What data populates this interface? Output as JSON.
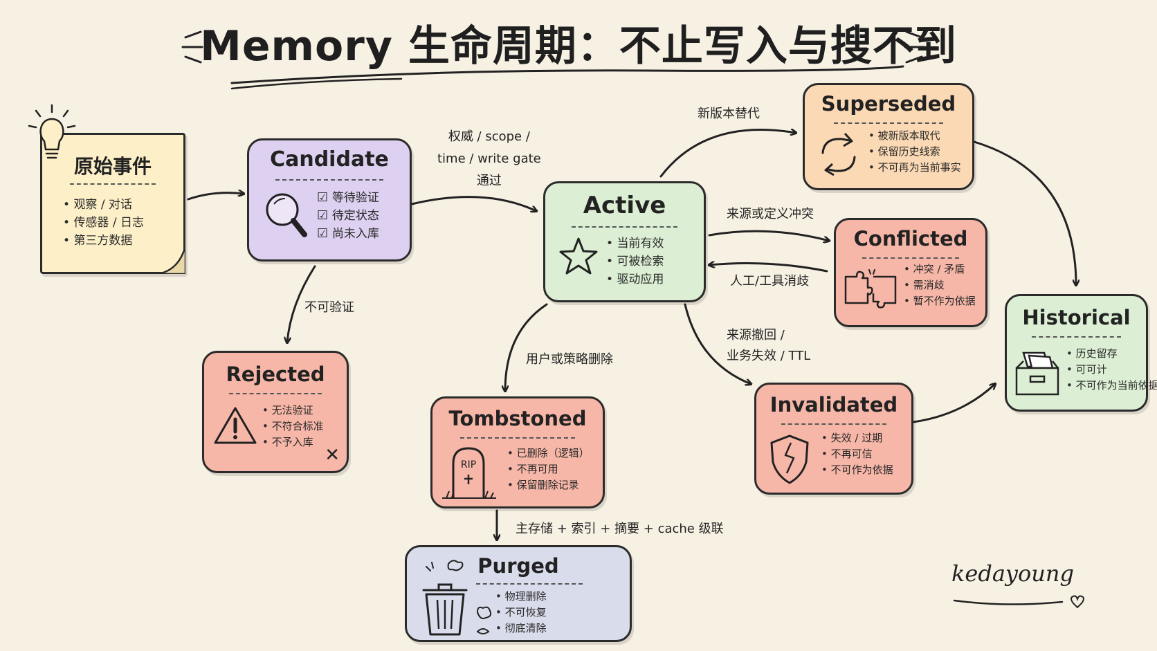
{
  "title": "Memory 生命周期：不止写入与搜不到",
  "signature": "kedayoung",
  "nodes": {
    "source": {
      "title": "原始事件",
      "items": [
        "观察 / 对话",
        "传感器 / 日志",
        "第三方数据"
      ],
      "color": "#fdf0c8",
      "icon": "lightbulb-icon"
    },
    "candidate": {
      "title": "Candidate",
      "items": [
        "等待验证",
        "待定状态",
        "尚未入库"
      ],
      "color": "#ddd0f0",
      "icon": "magnifier-icon"
    },
    "active": {
      "title": "Active",
      "items": [
        "当前有效",
        "可被检索",
        "驱动应用"
      ],
      "color": "#dcefd4",
      "icon": "star-icon"
    },
    "superseded": {
      "title": "Superseded",
      "items": [
        "被新版本取代",
        "保留历史线索",
        "不可再为当前事实"
      ],
      "color": "#fbd9b4",
      "icon": "cycle-arrows-icon"
    },
    "conflicted": {
      "title": "Conflicted",
      "items": [
        "冲突 / 矛盾",
        "需消歧",
        "暂不作为依据"
      ],
      "color": "#f7b7a8",
      "icon": "puzzle-icon"
    },
    "historical": {
      "title": "Historical",
      "items": [
        "历史留存",
        "可可计",
        "不可作为当前依据"
      ],
      "color": "#dcefd4",
      "icon": "archive-box-icon"
    },
    "rejected": {
      "title": "Rejected",
      "items": [
        "无法验证",
        "不符合标准",
        "不予入库"
      ],
      "color": "#f7b7a8",
      "icon": "warning-icon",
      "mark": "✕"
    },
    "tombstoned": {
      "title": "Tombstoned",
      "items": [
        "已删除（逻辑）",
        "不再可用",
        "保留删除记录"
      ],
      "color": "#f7b7a8",
      "icon": "tombstone-icon",
      "icon_text": "RIP"
    },
    "invalidated": {
      "title": "Invalidated",
      "items": [
        "失效 / 过期",
        "不再可信",
        "不可作为依据"
      ],
      "color": "#f7b7a8",
      "icon": "broken-shield-icon"
    },
    "purged": {
      "title": "Purged",
      "items": [
        "物理删除",
        "不可恢复",
        "彻底清除"
      ],
      "color": "#d9dcea",
      "icon": "trash-can-icon"
    }
  },
  "edges": {
    "candidate_to_active": [
      "权威 / scope /",
      "time / write gate",
      "通过"
    ],
    "active_to_superseded": "新版本替代",
    "active_to_conflicted": "来源或定义冲突",
    "conflicted_to_active": "人工/工具消歧",
    "candidate_to_rejected": "不可验证",
    "active_to_tombstoned": "用户或策略删除",
    "active_to_invalidated": [
      "来源撤回 /",
      "业务失效 / TTL"
    ],
    "tombstoned_to_purged": "主存储 + 索引 + 摘要 + cache 级联"
  }
}
